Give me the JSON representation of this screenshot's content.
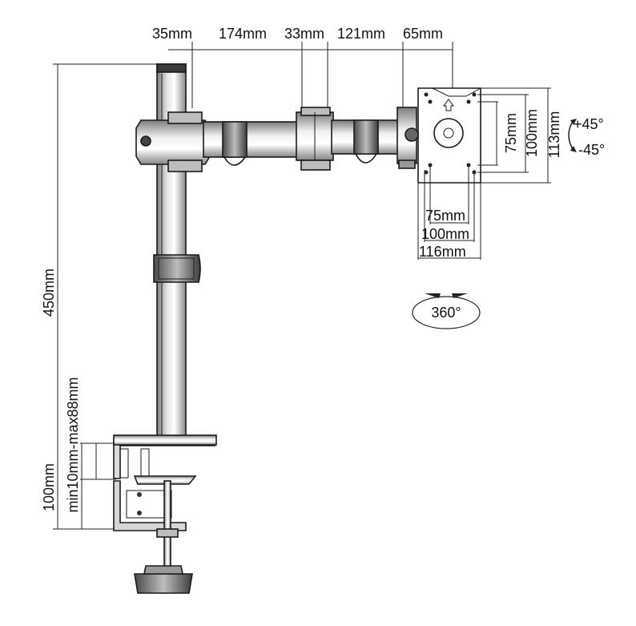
{
  "top_dimensions": {
    "d1": "35mm",
    "d2": "174mm",
    "d3": "33mm",
    "d4": "121mm",
    "d5": "65mm"
  },
  "vesa_vertical": {
    "v75": "75mm",
    "v100": "100mm",
    "v113": "113mm"
  },
  "vesa_horizontal": {
    "h75": "75mm",
    "h100": "100mm",
    "h116": "116mm"
  },
  "tilt": {
    "up": "+45°",
    "down": "-45°"
  },
  "rotation": {
    "label": "360°"
  },
  "pole": {
    "height": "450mm"
  },
  "clamp": {
    "range": "min10mm-max88mm",
    "depth": "100mm"
  }
}
